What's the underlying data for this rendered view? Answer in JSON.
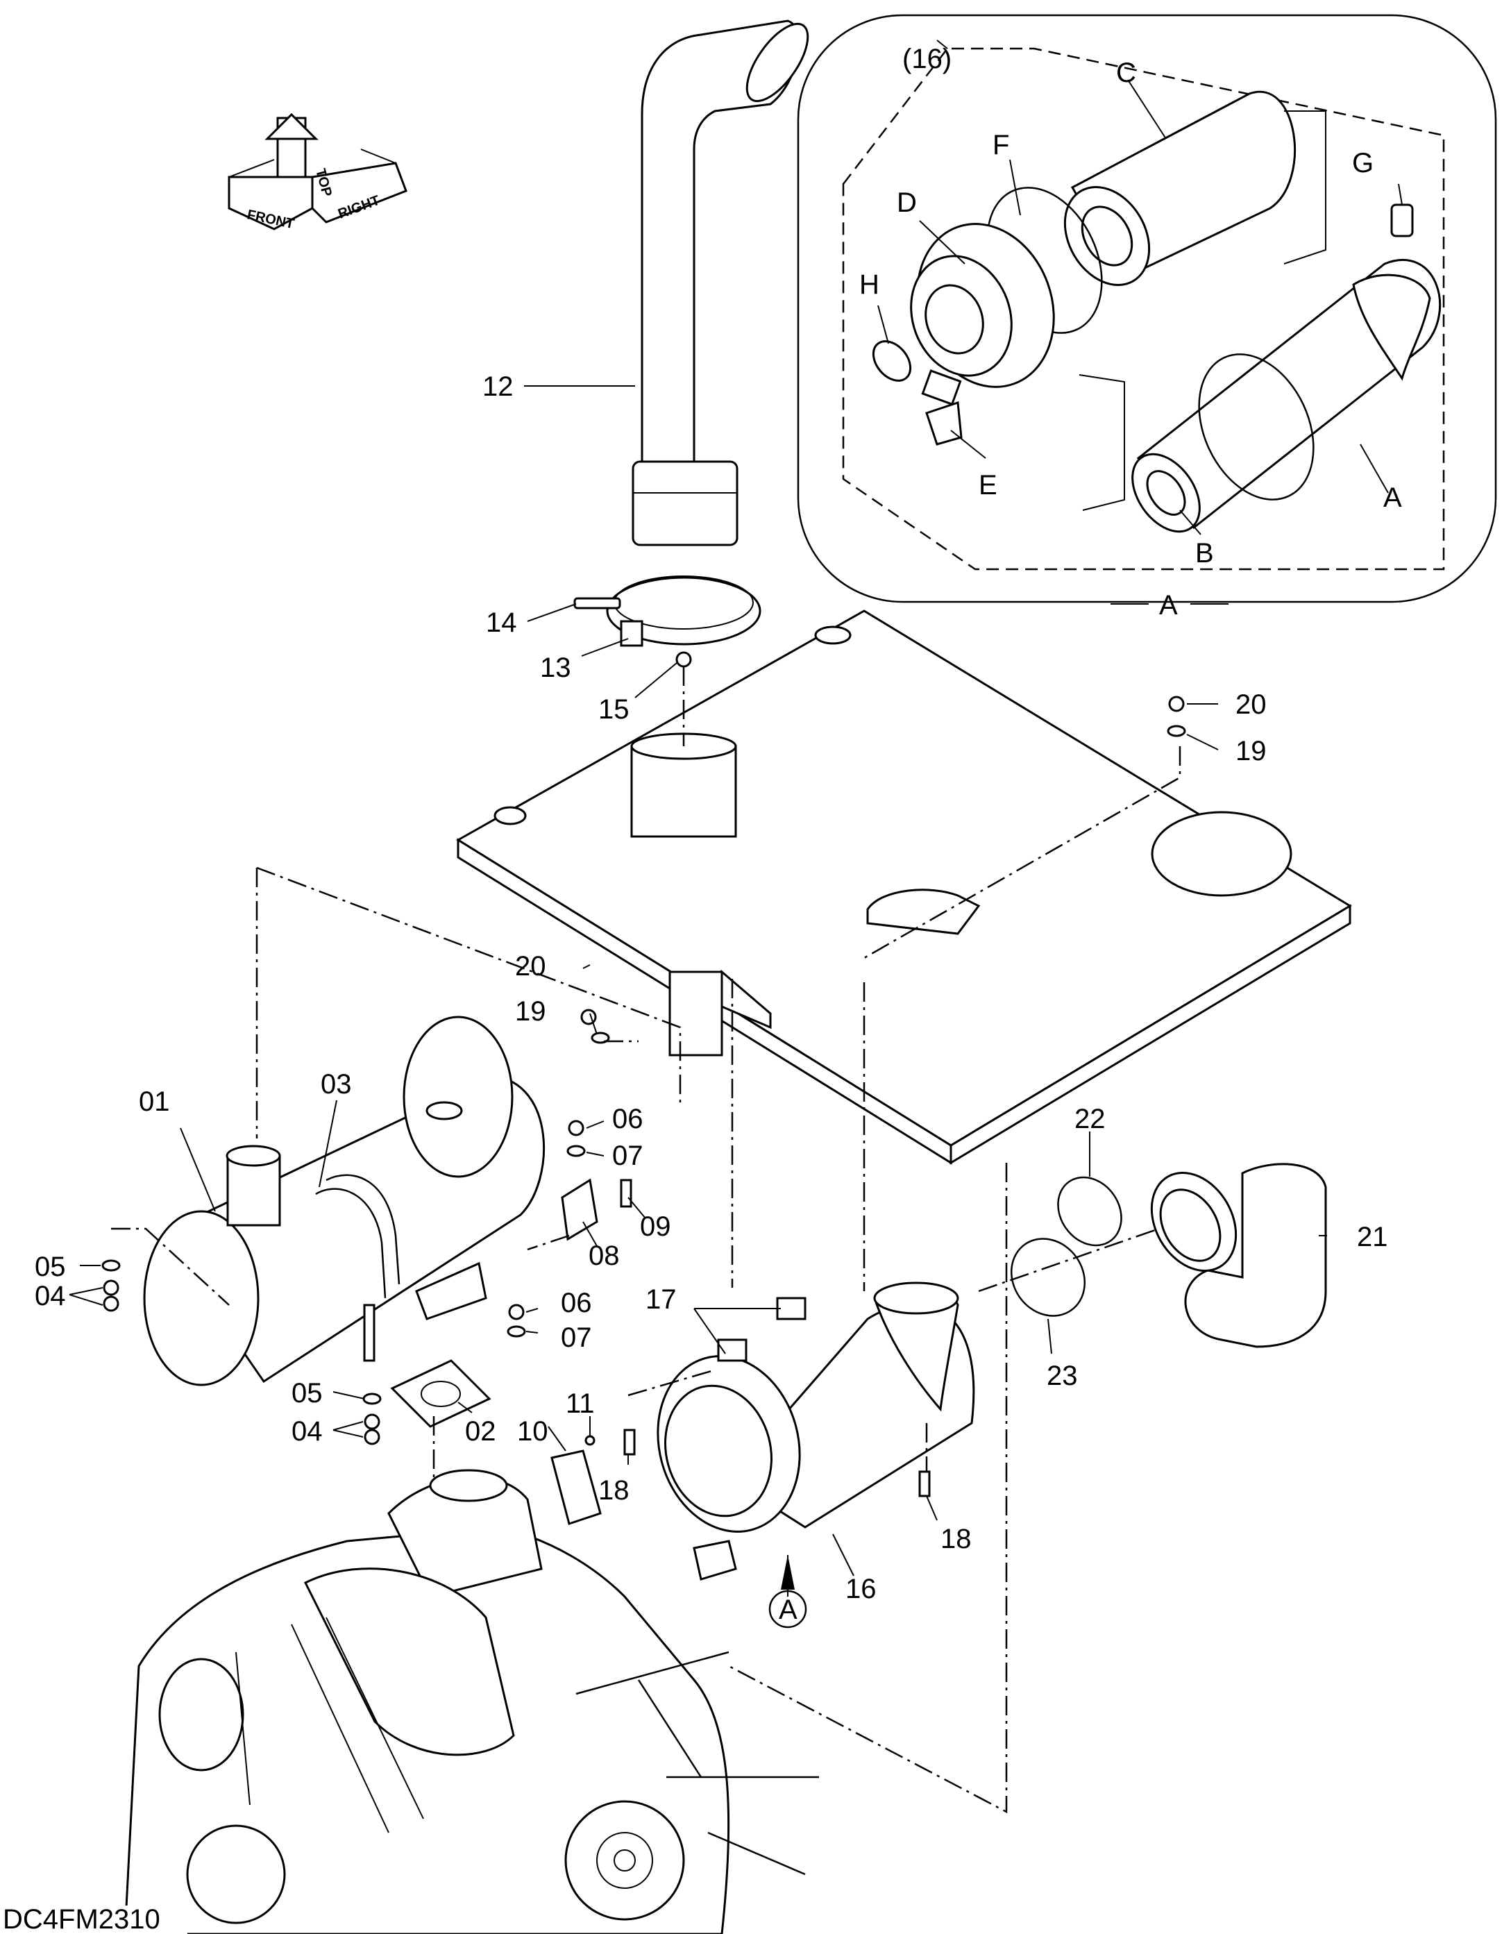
{
  "diagram_code": "DC4FM2310",
  "orientation": {
    "front_label": "FRONT",
    "top_label": "TOP",
    "right_label": "RIGHT"
  },
  "detail_view": {
    "title": "A",
    "group_label": "(16)",
    "letters": [
      "A",
      "B",
      "C",
      "D",
      "E",
      "F",
      "G",
      "H"
    ]
  },
  "view_marker": "A",
  "part_numbers": [
    "01",
    "02",
    "03",
    "04",
    "04",
    "05",
    "05",
    "06",
    "06",
    "07",
    "07",
    "08",
    "09",
    "10",
    "11",
    "12",
    "13",
    "14",
    "15",
    "16",
    "17",
    "18",
    "18",
    "19",
    "19",
    "20",
    "20",
    "21",
    "22",
    "23"
  ]
}
